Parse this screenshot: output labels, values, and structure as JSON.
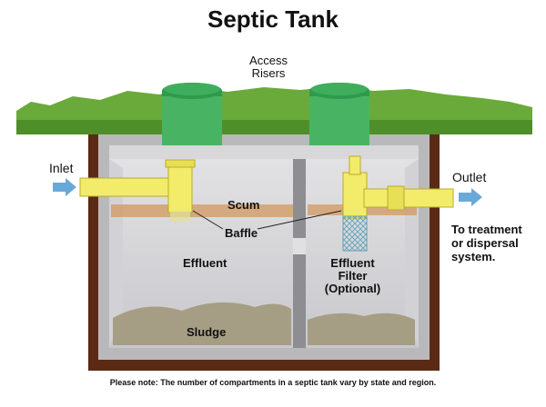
{
  "title": "Septic Tank",
  "labels": {
    "access_risers": "Access\nRisers",
    "inlet": "Inlet",
    "outlet": "Outlet",
    "destination": "To treatment\nor dispersal\nsystem.",
    "scum": "Scum",
    "baffle": "Baffle",
    "effluent": "Effluent",
    "effluent_filter": "Effluent\nFilter\n(Optional)",
    "sludge": "Sludge"
  },
  "note": "Please note: The number of compartments in a septic tank vary by state and region.",
  "colors": {
    "grass": "#6aaa3a",
    "soil": "#5a2a14",
    "tank": "#c9c9c9",
    "riser_lid": "#2f9a4e",
    "pipe": "#f3ec6a",
    "scum_layer": "#d2a06e",
    "arrow": "#69a9d8"
  }
}
